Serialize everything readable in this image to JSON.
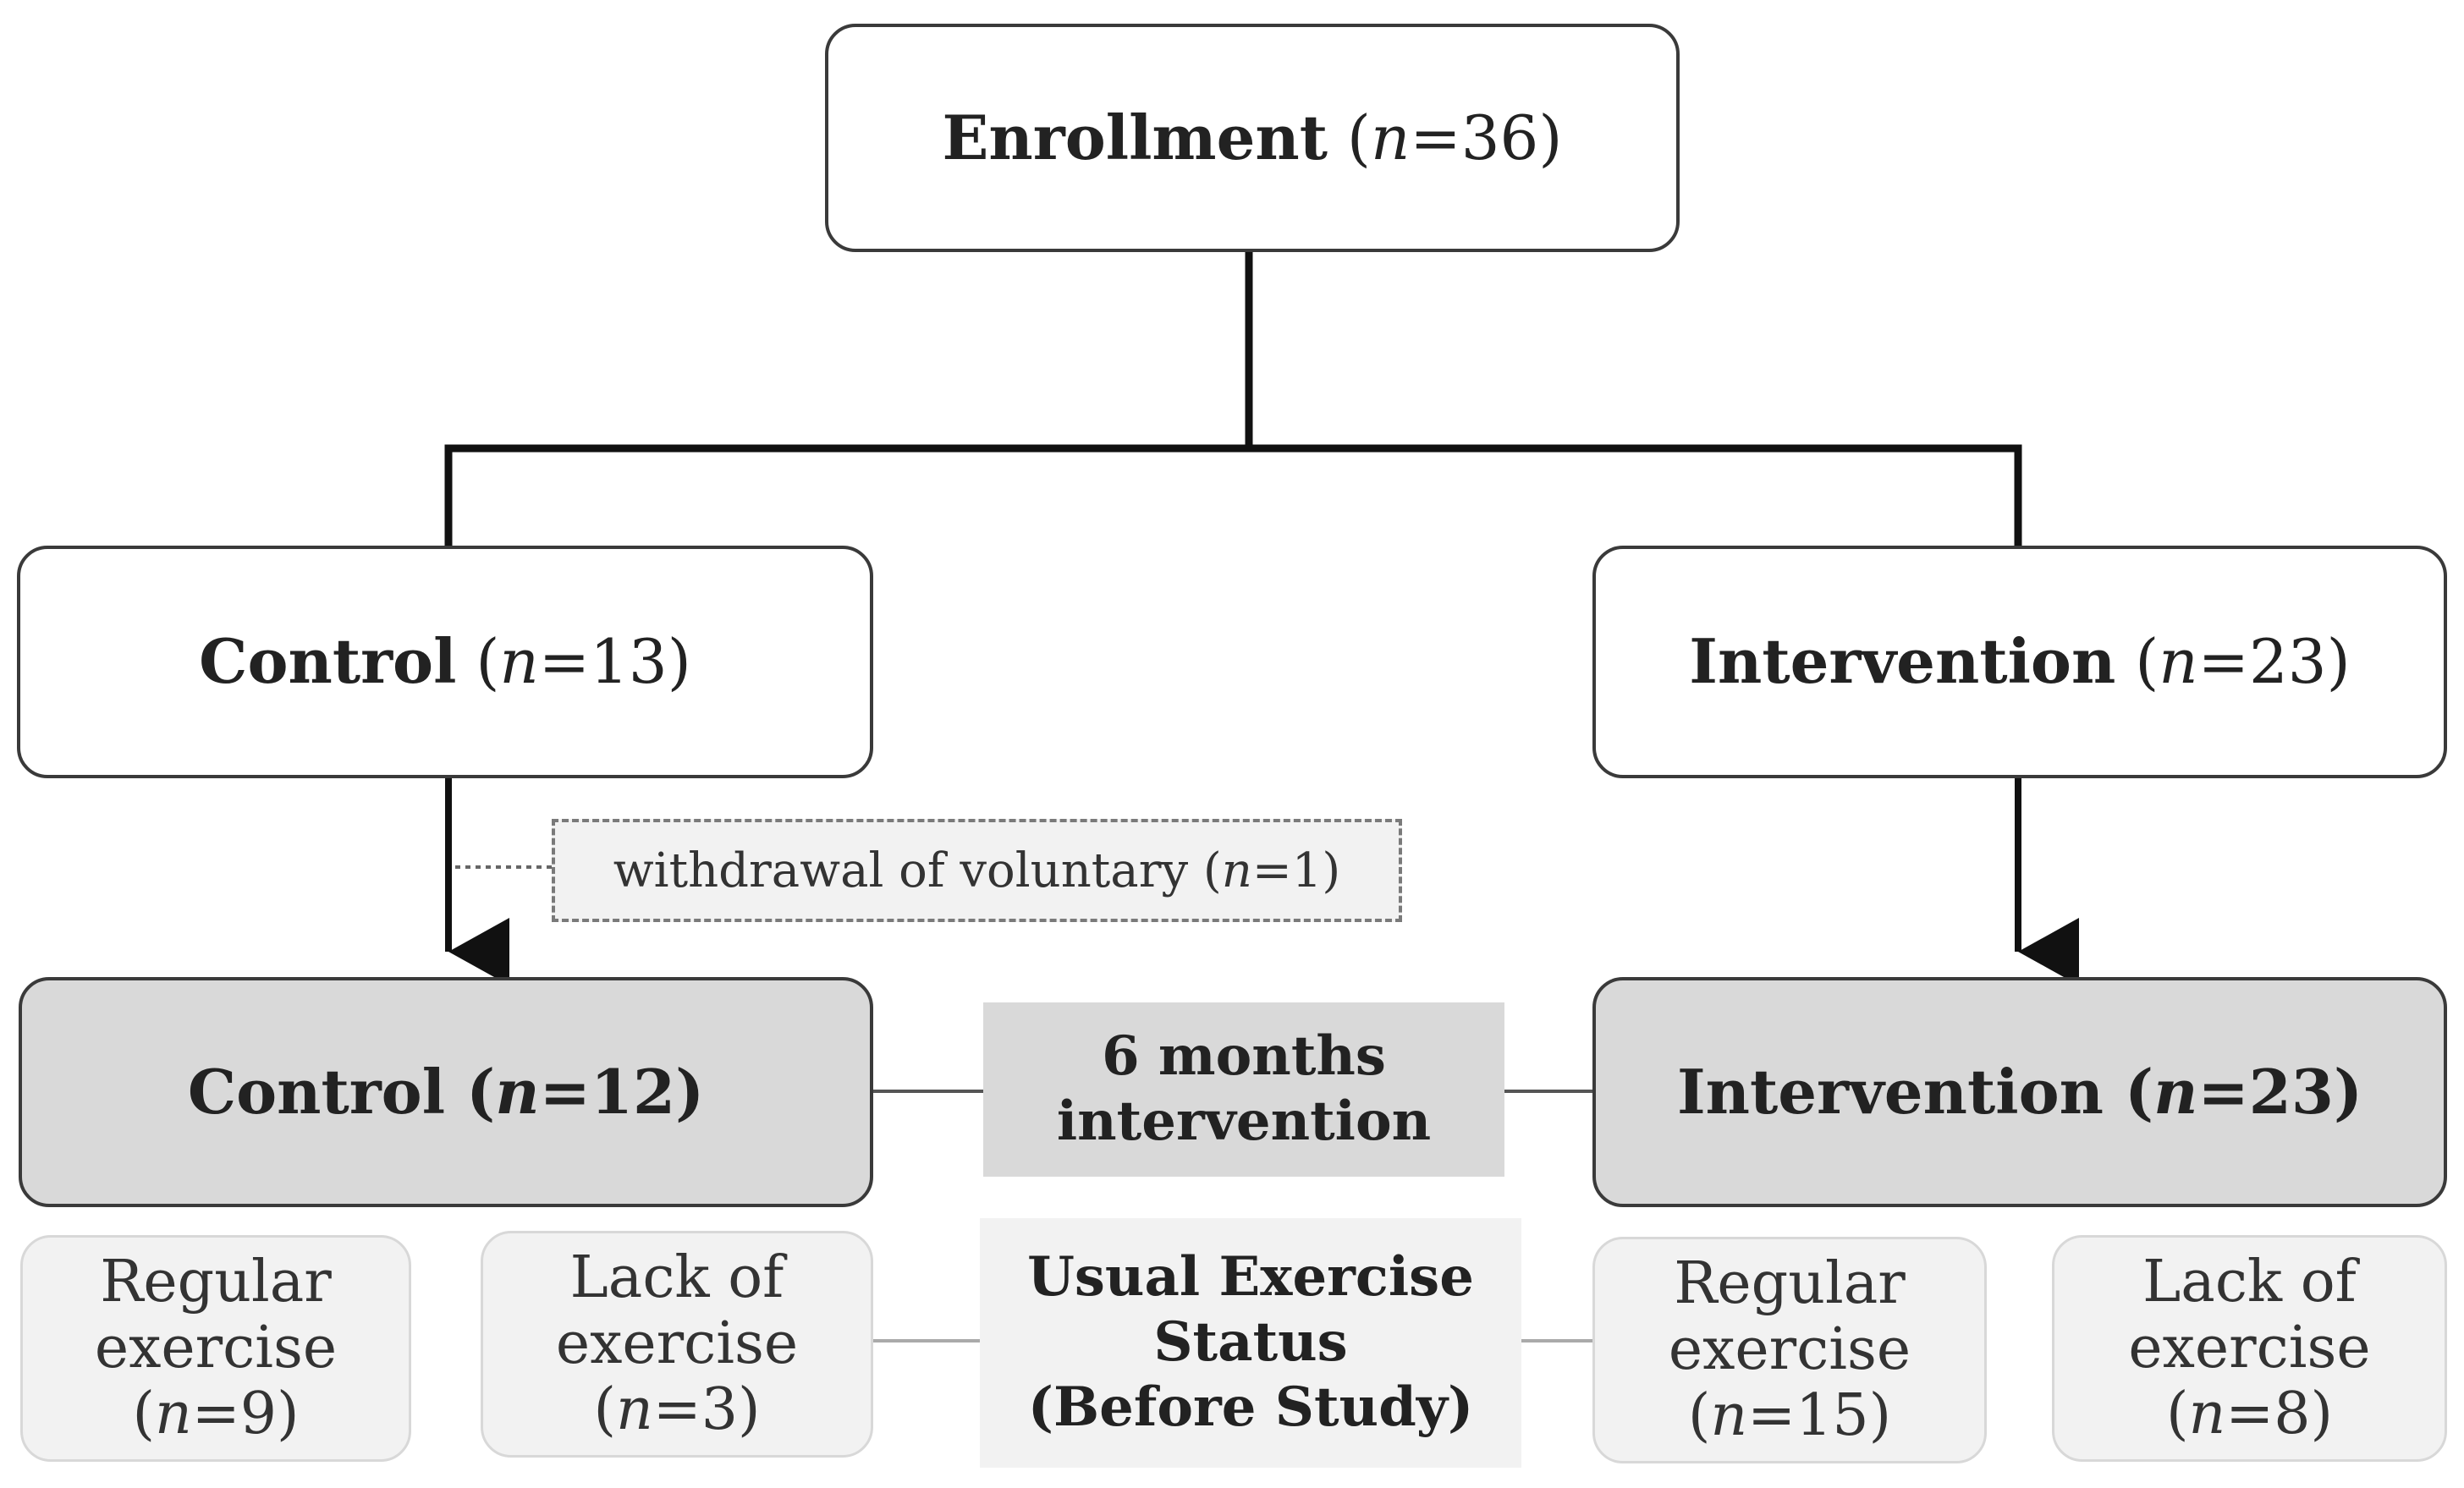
{
  "enrollment": {
    "label": "Enrollment",
    "n_prefix": "(",
    "n_var": "n",
    "n_value": "=36)"
  },
  "control_initial": {
    "label": "Control",
    "n_prefix": "(",
    "n_var": "n",
    "n_value": "=13)"
  },
  "intervention_initial": {
    "label": "Intervention",
    "n_prefix": "(",
    "n_var": "n",
    "n_value": "=23)"
  },
  "withdrawal": {
    "label": "withdrawal of voluntary",
    "n_prefix": "(",
    "n_var": "n",
    "n_value": "=1)"
  },
  "control_final": {
    "label": "Control",
    "n_prefix": "(",
    "n_var": "n",
    "n_value": "=12)"
  },
  "intervention_final": {
    "label": "Intervention",
    "n_prefix": "(",
    "n_var": "n",
    "n_value": "=23)"
  },
  "period": {
    "line1": "6 months",
    "line2": "intervention"
  },
  "exercise_status": {
    "line1": "Usual Exercise",
    "line2": "Status",
    "line3": "(Before Study)"
  },
  "subgroups": {
    "control_regular": {
      "line1": "Regular",
      "line2": "exercise",
      "n_prefix": "(",
      "n_var": "n",
      "n_value": "=9)"
    },
    "control_lack": {
      "line1": "Lack of",
      "line2": "exercise",
      "n_prefix": "(",
      "n_var": "n",
      "n_value": "=3)"
    },
    "intervention_regular": {
      "line1": "Regular",
      "line2": "exercise",
      "n_prefix": "(",
      "n_var": "n",
      "n_value": "=15)"
    },
    "intervention_lack": {
      "line1": "Lack of",
      "line2": "exercise",
      "n_prefix": "(",
      "n_var": "n",
      "n_value": "=8)"
    }
  },
  "colors": {
    "final_group_fill": "#d9d9d9",
    "subgroup_fill": "#f2f2f2",
    "line": "#111111"
  }
}
